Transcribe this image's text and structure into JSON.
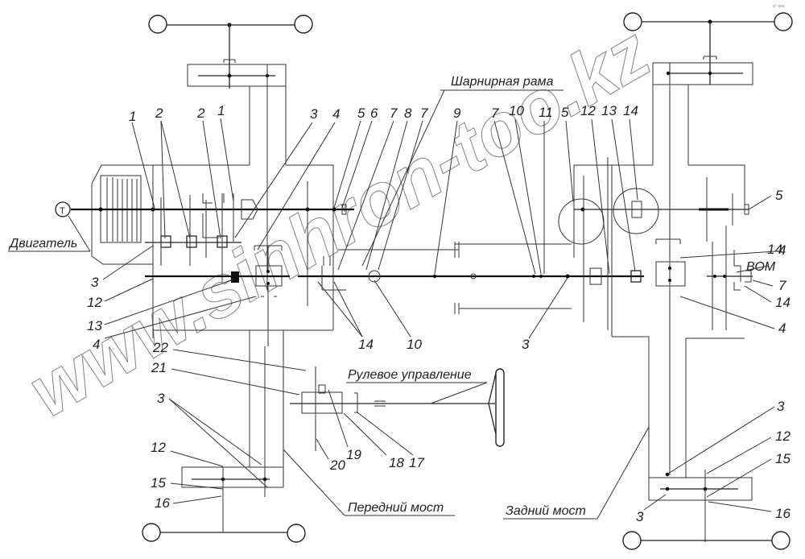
{
  "diagram": {
    "title": "Kinematic scheme of tractor transmission",
    "captions": {
      "engine": "Двигатель",
      "frame": "Шарнирная рама",
      "steering": "Рулевое управление",
      "front_axle": "Передний мост",
      "rear_axle": "Задний мост",
      "pto": "ВОМ",
      "engine_symbol": "T"
    },
    "watermark": "www.sinhron-too.kz",
    "corner_mark": "a° ooo",
    "labels_top": [
      "1",
      "2",
      "2",
      "1",
      "3",
      "4",
      "5",
      "6",
      "7",
      "8",
      "7",
      "9",
      "7",
      "10",
      "11",
      "5",
      "12",
      "13",
      "14"
    ],
    "labels_left": [
      "3",
      "12",
      "13",
      "4"
    ],
    "labels_center": [
      "14",
      "10",
      "3"
    ],
    "labels_right": [
      "5",
      "4",
      "14",
      "7",
      "14",
      "4"
    ],
    "labels_steering": [
      "22",
      "21",
      "3",
      "19",
      "18",
      "17",
      "20"
    ],
    "labels_front_axle": [
      "12",
      "15",
      "16"
    ],
    "labels_rear_axle": [
      "3",
      "12",
      "15",
      "3",
      "16"
    ]
  }
}
